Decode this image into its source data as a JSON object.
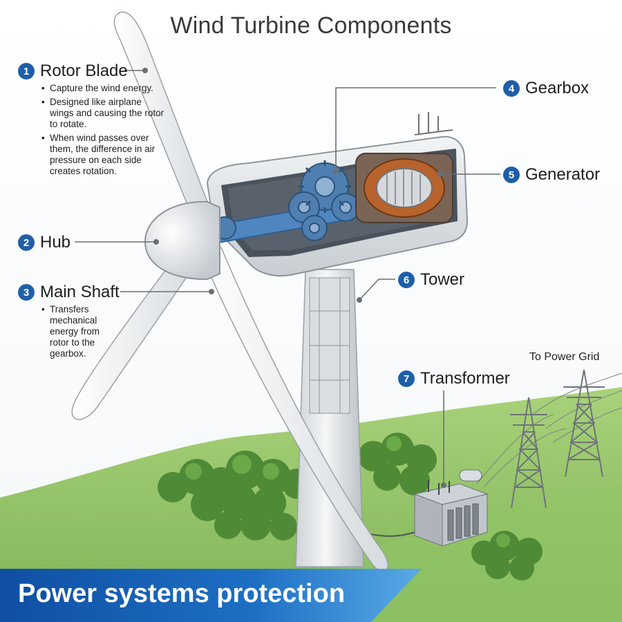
{
  "title": "Wind Turbine Components",
  "components": [
    {
      "number": "1",
      "name": "Rotor Blade",
      "bullets": [
        "Capture the wind energy.",
        "Designed like airplane wings and causing the rotor to rotate.",
        "When wind passes over them, the difference in air pressure on each side creates rotation."
      ]
    },
    {
      "number": "2",
      "name": "Hub"
    },
    {
      "number": "3",
      "name": "Main Shaft",
      "bullets": [
        "Transfers mechanical energy from rotor to the gearbox."
      ]
    },
    {
      "number": "4",
      "name": "Gearbox"
    },
    {
      "number": "5",
      "name": "Generator"
    },
    {
      "number": "6",
      "name": "Tower"
    },
    {
      "number": "7",
      "name": "Transformer"
    }
  ],
  "grid_label": "To Power Grid",
  "banner": "Power systems protection",
  "colors": {
    "badge": "#1f5fa8",
    "banner": "#1566b8",
    "gears": "#4f7fb0",
    "generator": "#b8622c",
    "hill": "#8fc15e"
  }
}
